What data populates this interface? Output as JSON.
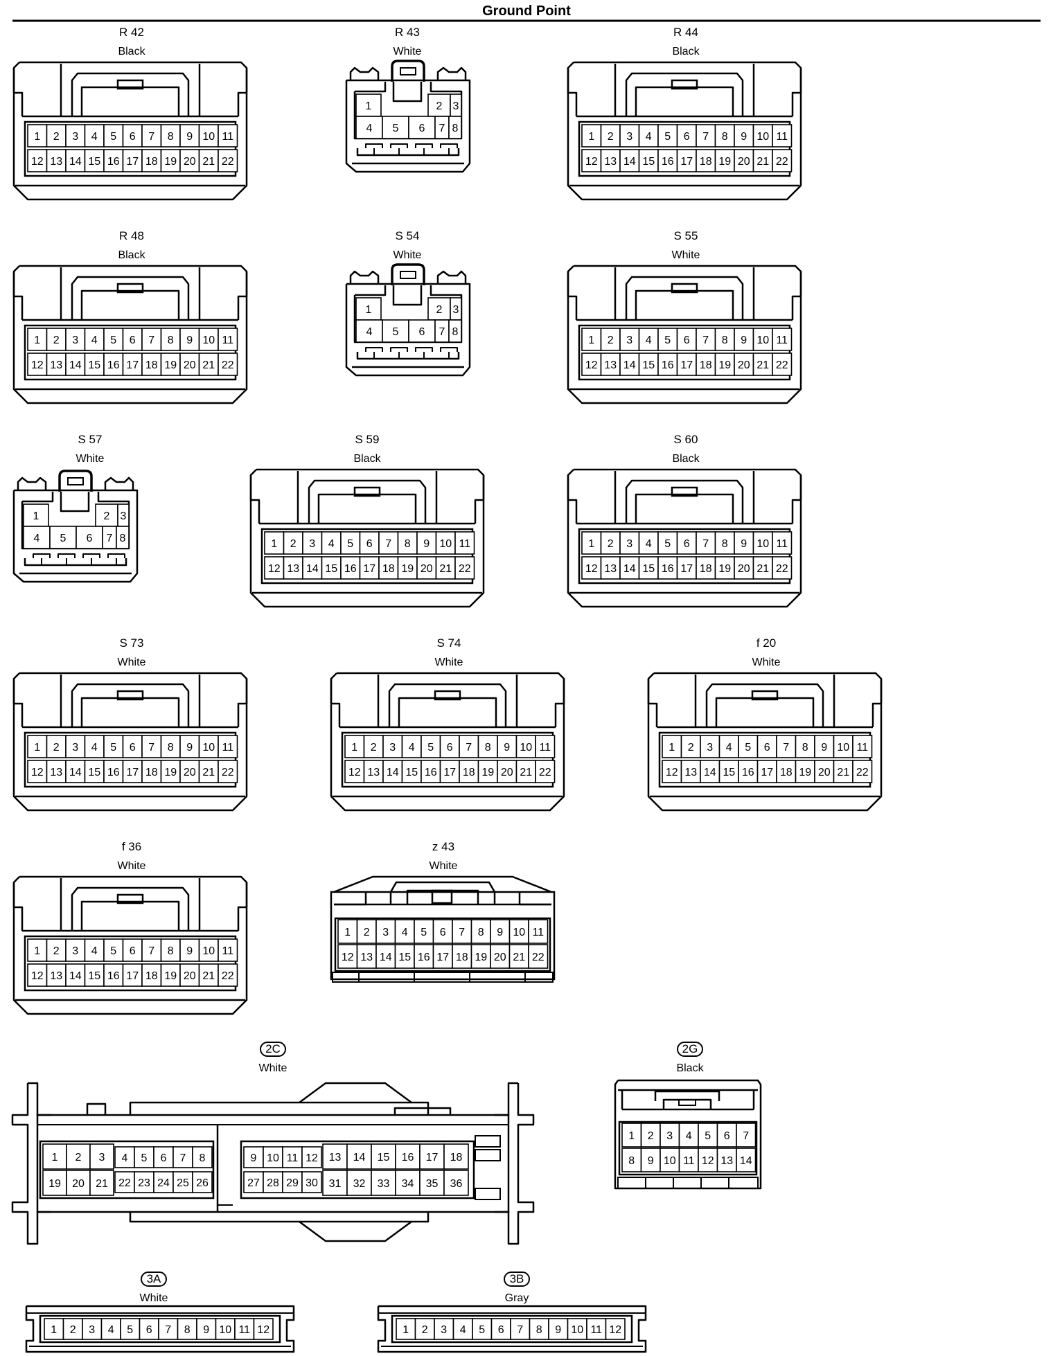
{
  "page": {
    "title": "Ground Point"
  },
  "connectors": [
    {
      "code": "R 42",
      "color": "Black",
      "style": "A22"
    },
    {
      "code": "R 43",
      "color": "White",
      "style": "B8"
    },
    {
      "code": "R 44",
      "color": "Black",
      "style": "A22"
    },
    {
      "code": "R 48",
      "color": "Black",
      "style": "A22"
    },
    {
      "code": "S 54",
      "color": "White",
      "style": "B8"
    },
    {
      "code": "S 55",
      "color": "White",
      "style": "A22"
    },
    {
      "code": "S 57",
      "color": "White",
      "style": "B8"
    },
    {
      "code": "S 59",
      "color": "Black",
      "style": "A22"
    },
    {
      "code": "S 60",
      "color": "Black",
      "style": "A22"
    },
    {
      "code": "S 73",
      "color": "White",
      "style": "A22"
    },
    {
      "code": "S 74",
      "color": "White",
      "style": "A22"
    },
    {
      "code": "f 20",
      "color": "White",
      "style": "A22"
    },
    {
      "code": "f 36",
      "color": "White",
      "style": "A22"
    },
    {
      "code": "z 43",
      "color": "White",
      "style": "Z22"
    },
    {
      "code": "2C",
      "color": "White",
      "style": "J36",
      "boxed_code": true
    },
    {
      "code": "2G",
      "color": "Black",
      "style": "G14",
      "boxed_code": true
    },
    {
      "code": "3A",
      "color": "White",
      "style": "S12",
      "boxed_code": true
    },
    {
      "code": "3B",
      "color": "Gray",
      "style": "S12",
      "boxed_code": true
    }
  ]
}
